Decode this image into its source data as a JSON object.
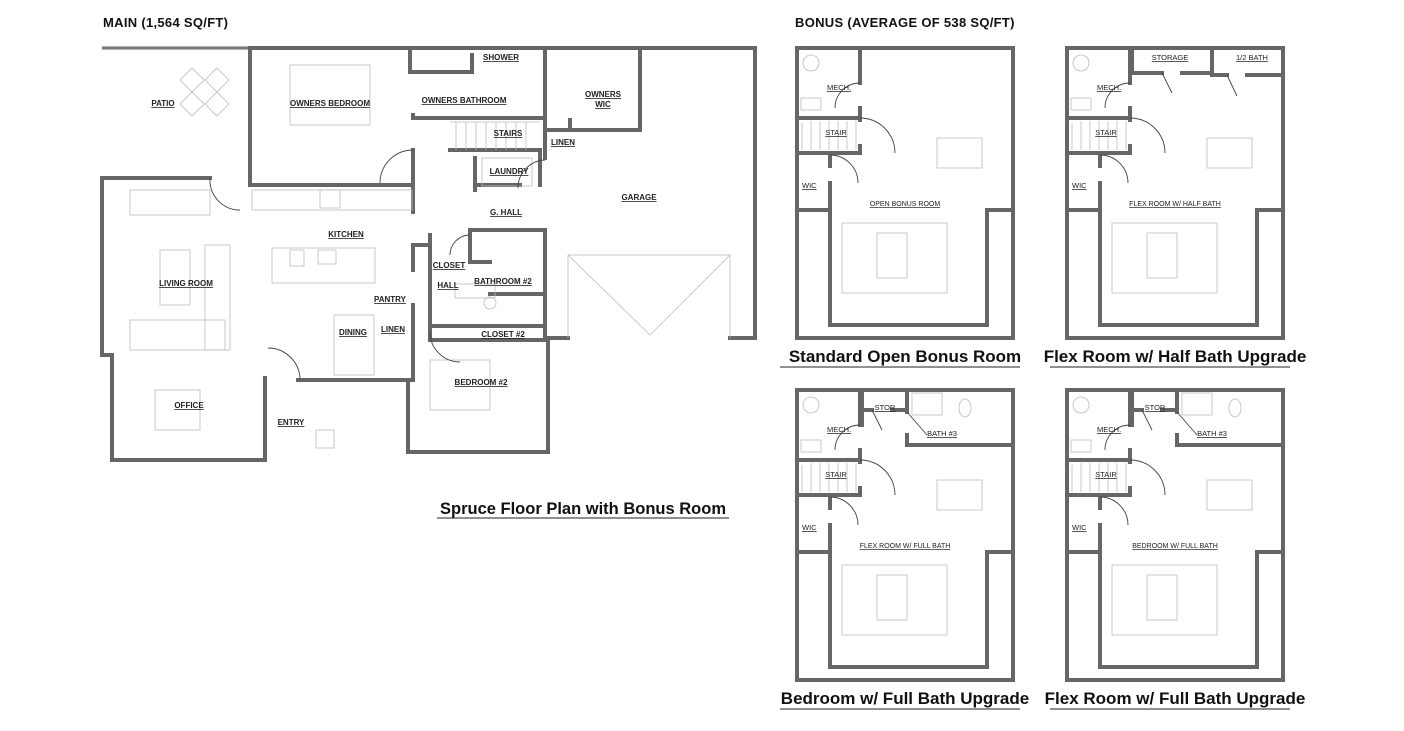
{
  "main": {
    "heading": "MAIN (1,564 SQ/FT)",
    "caption": "Spruce Floor Plan with Bonus Room",
    "rooms": {
      "patio": "PATIO",
      "owners_bedroom": "OWNERS BEDROOM",
      "shower": "SHOWER",
      "owners_bathroom": "OWNERS BATHROOM",
      "owners_wic_1": "OWNERS",
      "owners_wic_2": "WIC",
      "stairs": "STAIRS",
      "linen_upper": "LINEN",
      "laundry": "LAUNDRY",
      "g_hall": "G. HALL",
      "garage": "GARAGE",
      "kitchen": "KITCHEN",
      "living_room": "LIVING ROOM",
      "closet": "CLOSET",
      "hall": "HALL",
      "bathroom2": "BATHROOM #2",
      "pantry": "PANTRY",
      "linen_lower": "LINEN",
      "dining": "DINING",
      "closet2": "CLOSET #2",
      "bedroom2": "BEDROOM #2",
      "office": "OFFICE",
      "entry": "ENTRY"
    }
  },
  "bonus": {
    "heading": "BONUS (AVERAGE OF 538 SQ/FT)",
    "panels": [
      {
        "caption": "Standard Open Bonus Room",
        "room": "OPEN BONUS ROOM",
        "mech": "MECH.",
        "stair": "STAIR",
        "wic": "WIC",
        "variant": "open"
      },
      {
        "caption": "Flex Room w/ Half Bath Upgrade",
        "room": "FLEX ROOM W/ HALF BATH",
        "mech": "MECH.",
        "stair": "STAIR",
        "wic": "WIC",
        "storage": "STORAGE",
        "bath": "1/2 BATH",
        "variant": "half"
      },
      {
        "caption": "Bedroom w/ Full Bath Upgrade",
        "room": "FLEX ROOM W/ FULL BATH",
        "mech": "MECH.",
        "stair": "STAIR",
        "wic": "WIC",
        "storage": "STOR",
        "bath": "BATH #3",
        "variant": "full"
      },
      {
        "caption": "Flex Room w/ Full Bath Upgrade",
        "room": "BEDROOM W/ FULL BATH",
        "mech": "MECH.",
        "stair": "STAIR",
        "wic": "WIC",
        "storage": "STOR",
        "bath": "BATH #3",
        "variant": "full"
      }
    ]
  }
}
